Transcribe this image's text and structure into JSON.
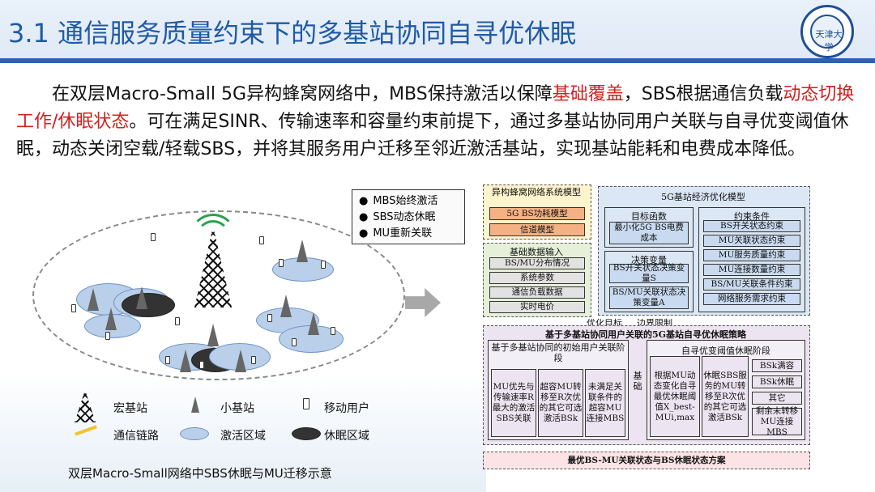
{
  "title": "3.1 通信服务质量约束下的多基站协同自寻优休眠",
  "logo": {
    "text": "天津大学"
  },
  "paragraph": {
    "p1": "在双层Macro-Small 5G异构蜂窝网络中，MBS保持激活以保障",
    "h1": "基础覆盖",
    "p2": "，SBS根据通信负载",
    "h2": "动态切换工作/休眠状态",
    "p3": "。可在满足SINR、传输速率和容量约束前提下，通过多基站协同用户关联与自寻优变阈值休眠，动态关闭空载/轻载SBS，并将其服务用户迁移至邻近激活基站，实现基站能耗和电费成本降低。"
  },
  "legend_box": [
    "MBS始终激活",
    "SBS动态休眠",
    "MU重新关联"
  ],
  "legend": {
    "macro": "宏基站",
    "small": "小基站",
    "mobile": "移动用户",
    "link": "通信链路",
    "active": "激活区域",
    "sleep": "休眠区域"
  },
  "caption": "双层Macro-Small网络中SBS休眠与MU迁移示意",
  "flow": {
    "model_title": "异构蜂窝网络系统模型",
    "model_items": [
      "5G BS功耗模型",
      "信道模型"
    ],
    "input_title": "基础数据输入",
    "input_items": [
      "BS/MU分布情况",
      "系统参数",
      "通信负载数据",
      "实时电价"
    ],
    "econ_title": "5G基站经济优化模型",
    "obj_title": "目标函数",
    "obj_body": "最小化5G BS电费成本",
    "var_title": "决策变量",
    "var1": "BS开关状态决策变量S",
    "var2": "BS/MU关联状态决策变量A",
    "cons_title": "约束条件",
    "cons_items": [
      "BS开关状态约束",
      "MU关联状态约束",
      "MU服务质量约束",
      "MU连接数量约束",
      "BS/MU关联条件约束",
      "网络服务需求约束"
    ],
    "opt_goal": "优化目标",
    "bound": "边界限制",
    "strategy_title": "基于多基站协同用户关联的5G基站自寻优休眠策略",
    "stage1_title": "基于多基站协同的初始用户关联阶段",
    "stage1_cols": [
      "MU优先与传输速率R最大的激活SBS关联",
      "超容MU转移至R次优的其它可选激活BSk",
      "未满足关联条件的超容MU连接MBS"
    ],
    "base": "基础",
    "stage2_title": "自寻优变阈值休眠阶段",
    "stage2_col1": "根据MU动态变化自寻最优休眠阈值X_best-MUi,max",
    "stage2_col2": "休眠SBS服务的MU转移至R次优的其它可选激活BSk",
    "stage2_right": [
      "BSk满容",
      "BSk休眠",
      "其它",
      "剩余未转移MU连接MBS"
    ],
    "result": "最优BS-MU关联状态与BS休眠状态方案"
  }
}
